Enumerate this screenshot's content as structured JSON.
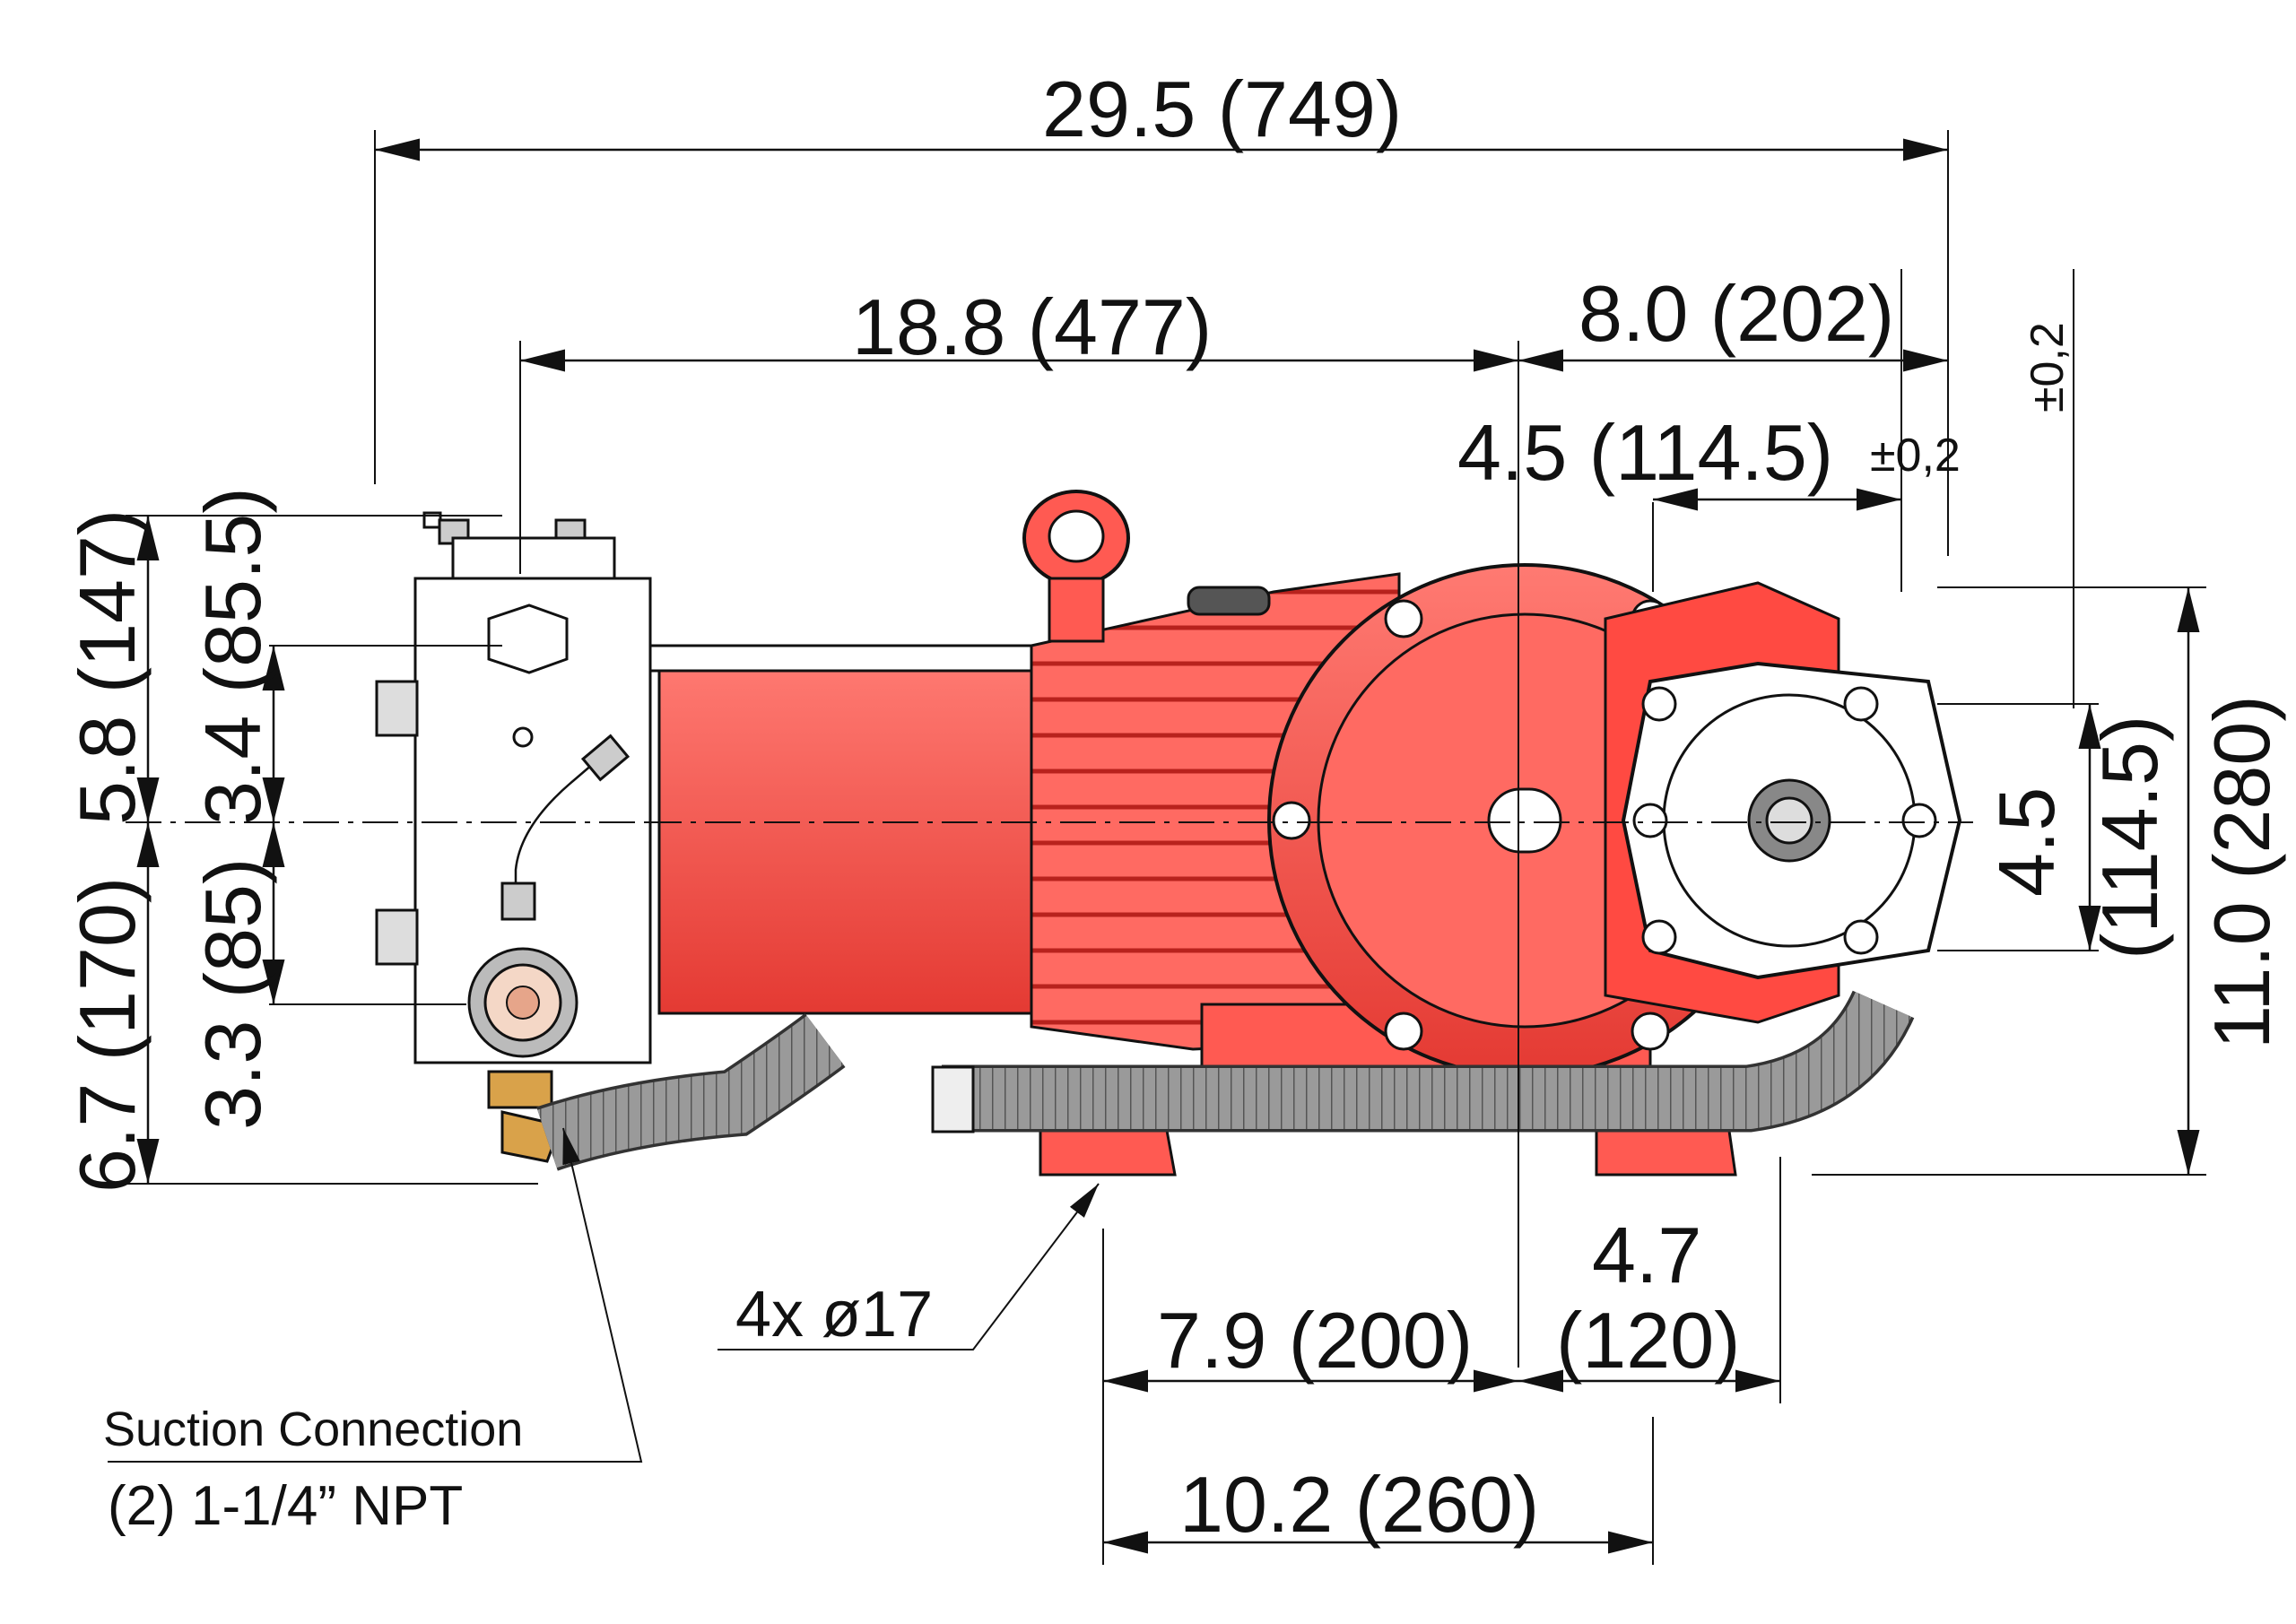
{
  "dimensions": {
    "overall_length": "29.5 (749)",
    "pump_to_shaft": "18.8 (477)",
    "shaft_to_end": "8.0 (202)",
    "flange_width": "4.5 (114.5)",
    "flange_tolerance": "±0,2",
    "side_tolerance": "±0,2",
    "left_upper_height": "5.8 (147)",
    "left_lower_height": "6.7 (170)",
    "inner_upper_height": "3.4 (85.5)",
    "inner_lower_height": "3.3 (85)",
    "flange_height_top": "4.5",
    "flange_height_bottom": "(114.5)",
    "overall_height": "11.0 (280)",
    "mount_holes": "4x ø17",
    "foot_to_shaft": "7.9 (200)",
    "foot_width_top": "4.7",
    "foot_width_bottom": "(120)",
    "foot_spacing": "10.2 (260)"
  },
  "suction": {
    "title": "Suction Connection",
    "spec": "(2) 1-1/4” NPT"
  },
  "colors": {
    "pump_red": "#e8322e",
    "pump_red_light": "#ff6f68",
    "hose_gray": "#8a8a8a",
    "brass": "#d9a24a"
  }
}
